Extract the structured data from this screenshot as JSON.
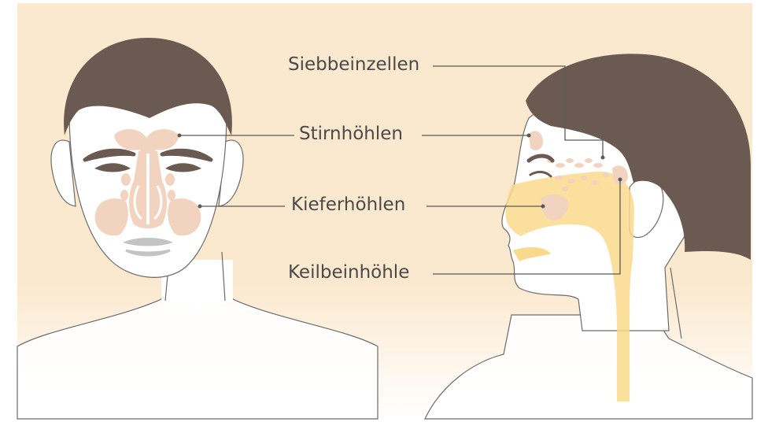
{
  "labels": {
    "ethmoid": "Siebbeinzellen",
    "frontal": "Stirnhöhlen",
    "maxillary": "Kieferhöhlen",
    "sphenoid": "Keilbeinhöhle"
  },
  "colors": {
    "background": "#fbe9cf",
    "hair": "#6b5a51",
    "skin": "#ffffff",
    "sinus": "#f1d3bf",
    "airway": "#f9d98c",
    "line": "#5a5a5a",
    "text": "#4a4a4a"
  }
}
